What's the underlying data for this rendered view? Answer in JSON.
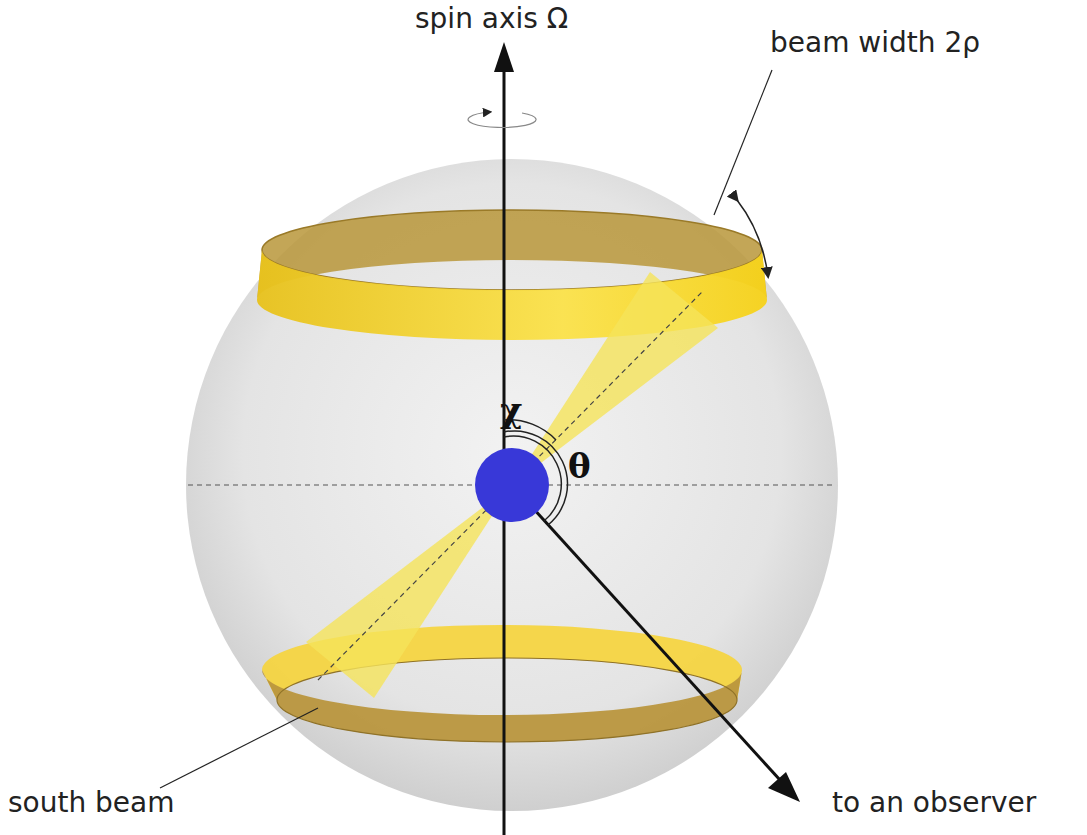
{
  "diagram": {
    "labels": [
      "spin axis Ω",
      "beam width 2ρ",
      "χ",
      "θ",
      "south beam",
      "to an observer"
    ]
  }
}
